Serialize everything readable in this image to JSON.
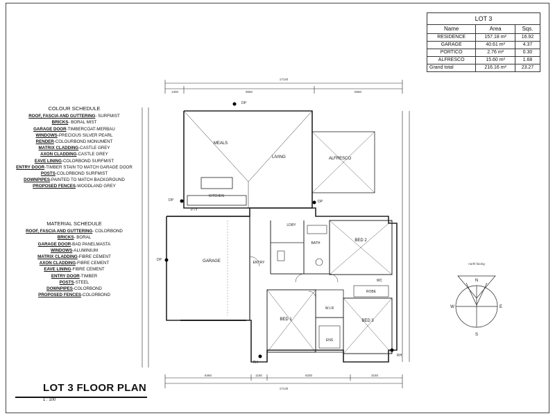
{
  "area_table": {
    "caption": "LOT 3",
    "headers": [
      "Name",
      "Area",
      "Sqs."
    ],
    "rows": [
      {
        "name": "RESIDENCE",
        "area": "157.18 m²",
        "sqs": "16.92"
      },
      {
        "name": "GARAGE",
        "area": "40.61 m²",
        "sqs": "4.37"
      },
      {
        "name": "PORTICO",
        "area": "2.76 m²",
        "sqs": "0.30"
      },
      {
        "name": "ALFRESCO",
        "area": "15.60 m²",
        "sqs": "1.68"
      }
    ],
    "total": {
      "name": "Grand total",
      "area": "216.16 m²",
      "sqs": "23.27"
    }
  },
  "colour_schedule": {
    "title": "COLOUR SCHEDULE",
    "items": [
      {
        "key": "ROOF, FASCIA AND GUTTERING",
        "value": "- SURFMIST"
      },
      {
        "key": "BRICKS",
        "value": "- BORAL MIST"
      },
      {
        "key": "GARAGE DOOR",
        "value": "-TIMBERCOAT-MERBAU"
      },
      {
        "key": "WINDOWS",
        "value": "-PRECIOUS SILVER PEARL"
      },
      {
        "key": "RENDER",
        "value": "-COLOURBOND MONUMENT"
      },
      {
        "key": "MATRIX CLADDING",
        "value": "-CASTLE GREY"
      },
      {
        "key": "AXON CLADDING",
        "value": "-CASTLE GREY"
      },
      {
        "key": "EAVE LINING",
        "value": "-COLORBOND SURFMIST"
      },
      {
        "key": "ENTRY DOOR",
        "value": "-TIMBER STAIN TO MATCH GARAGE DOOR"
      },
      {
        "key": "POSTS",
        "value": "-COLORBOND SURFMIST"
      },
      {
        "key": "DOWNPIPES",
        "value": "-PAINTED TO MATCH BACKGROUND"
      },
      {
        "key": "PROPOSED FENCES",
        "value": "-WOODLAND GREY"
      }
    ]
  },
  "material_schedule": {
    "title": "MATERIAL SCHEDULE",
    "items": [
      {
        "key": "ROOF, FASCIA AND GUTTERING",
        "value": "- COLORBOND"
      },
      {
        "key": "BRICKS",
        "value": "- BORAL"
      },
      {
        "key": "GARAGE DOOR",
        "value": "-BAD PANELMASTA"
      },
      {
        "key": "WINDOWS",
        "value": "-ALUMINIUM"
      },
      {
        "key": "MATRIX CLADDING",
        "value": "-FIBRE CEMENT"
      },
      {
        "key": "AXON CLADDING",
        "value": "-FIBRE CEMENT"
      },
      {
        "key": "EAVE LINING",
        "value": "-FIBRE CEMENT"
      },
      {
        "key": "ENTRY DOOR",
        "value": "-TIMBER"
      },
      {
        "key": "POSTS",
        "value": "-STEEL"
      },
      {
        "key": "DOWNPIPES",
        "value": "-COLORBOND"
      },
      {
        "key": "PROPOSED FENCES",
        "value": "-COLORBOND"
      }
    ]
  },
  "plan": {
    "title": "LOT 3 FLOOR PLAN",
    "scale": "1 : 100",
    "rooms": {
      "meals": "MEALS",
      "living": "LIVING",
      "alfresco": "ALFRESCO",
      "kitchen": "KITCHEN",
      "garage": "GARAGE",
      "entry": "ENTRY",
      "lndry": "LDRY",
      "bath": "BATH",
      "bed1": "BED 1",
      "bed2": "BED 2",
      "bed3": "BED 3",
      "ens": "ENS",
      "wir": "W.I.R",
      "robe": "ROBE",
      "pty": "PTY",
      "wc": "WC"
    },
    "dims_top": {
      "total": "17140",
      "a": "1300",
      "b": "9660",
      "c": "5660"
    },
    "dims_bottom": {
      "total": "17140",
      "a": "6460",
      "b": "1150",
      "c": "6330",
      "d": "3150"
    },
    "markers": {
      "dp": "DP",
      "rh": "RH"
    },
    "compass": {
      "n": "N",
      "s": "S",
      "e": "E",
      "w": "W",
      "label": "north facing"
    }
  }
}
